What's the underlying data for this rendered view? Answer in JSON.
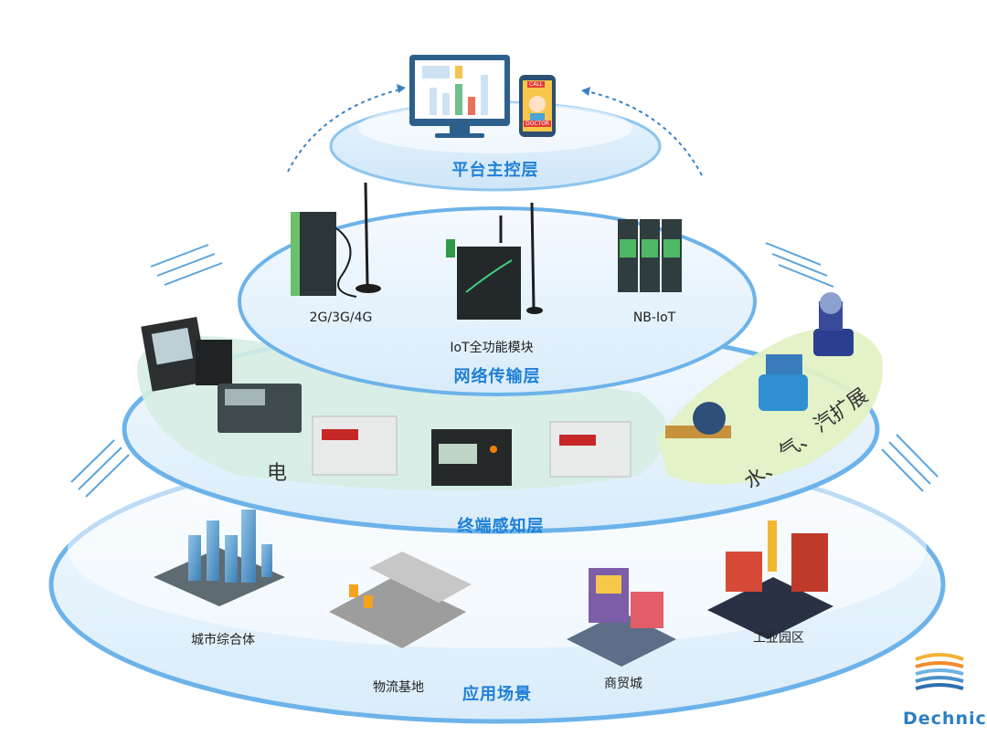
{
  "layers": {
    "platform": "平台主控层",
    "network": "网络传输层",
    "terminal": "终端感知层",
    "application": "应用场景"
  },
  "network_devices": [
    "2G/3G/4G",
    "IoT全功能模块",
    "NB-IoT"
  ],
  "terminal_labels": {
    "electric": "电",
    "water": "水、",
    "gas": "气、",
    "extend": "汽扩展"
  },
  "scenarios": [
    "城市综合体",
    "物流基地",
    "商贸城",
    "工业园区"
  ],
  "phone_badges": {
    "top": "CALL",
    "bottom": "DOCTOR"
  },
  "brand": "Dechnic",
  "colors": {
    "accent_blue": "#1f7fd6",
    "ring_light": "#e6f2fb",
    "ring_edge": "#5aa9e6",
    "terminal_zone": "#d6ede3",
    "water_zone": "#e3f1c4",
    "device_dark": "#2e3a3c",
    "device_green": "#3fae5a"
  }
}
